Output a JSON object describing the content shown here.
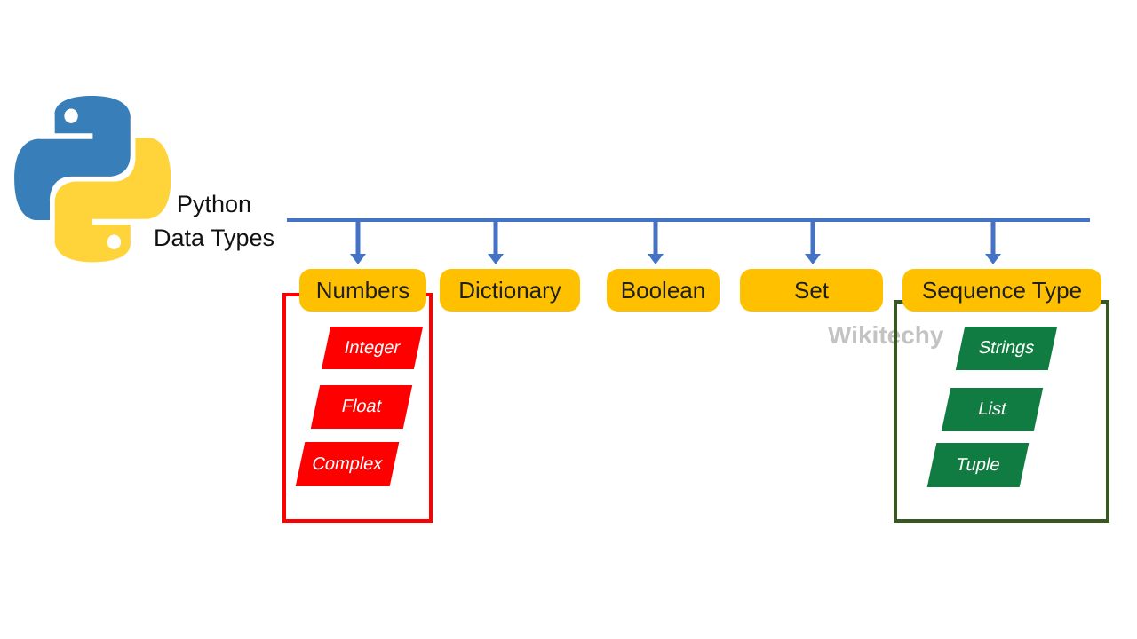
{
  "title": {
    "line1": "Python",
    "line2": "Data Types"
  },
  "watermark": "Wikitechy",
  "colors": {
    "connector_blue": "#4472C4",
    "box_gold": "#FFC000",
    "red": "#FF0000",
    "green_fill": "#107C41",
    "green_outline": "#385723",
    "logo_blue": "#387EB8",
    "logo_yellow": "#FFD43B",
    "watermark_gray": "#C3C3C3"
  },
  "categories": [
    {
      "label": "Numbers"
    },
    {
      "label": "Dictionary"
    },
    {
      "label": "Boolean"
    },
    {
      "label": "Set"
    },
    {
      "label": "Sequence Type"
    }
  ],
  "numbers_group": {
    "items": [
      "Integer",
      "Float",
      "Complex"
    ]
  },
  "sequence_group": {
    "items": [
      "Strings",
      "List",
      "Tuple"
    ]
  }
}
